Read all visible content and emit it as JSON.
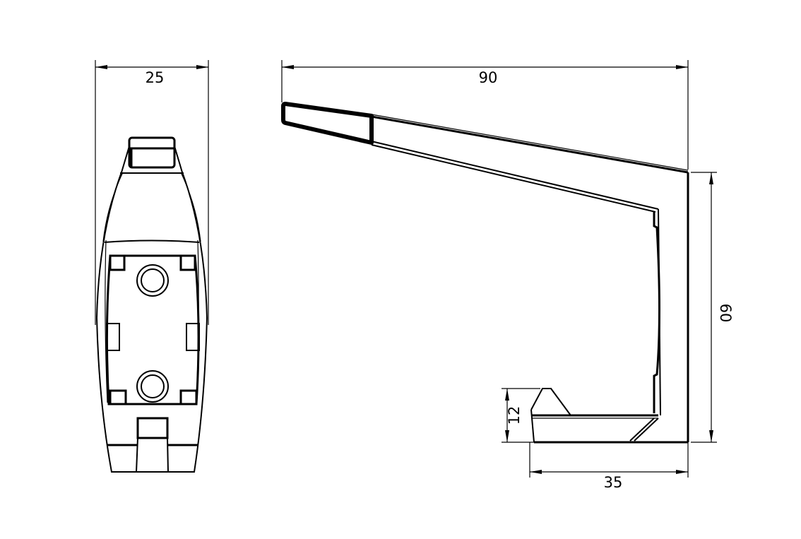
{
  "drawing": {
    "type": "technical-drawing",
    "views": [
      {
        "name": "front-view",
        "description": "Front view of bracket showing mounting plate with two holes"
      },
      {
        "name": "side-view",
        "description": "Side profile of bracket arm"
      }
    ],
    "dimensions": {
      "front_width": "25",
      "overall_length": "90",
      "overall_height": "60",
      "foot_height": "12",
      "foot_length": "35"
    },
    "units": "mm",
    "line_color": "#000000",
    "background": "#ffffff"
  }
}
